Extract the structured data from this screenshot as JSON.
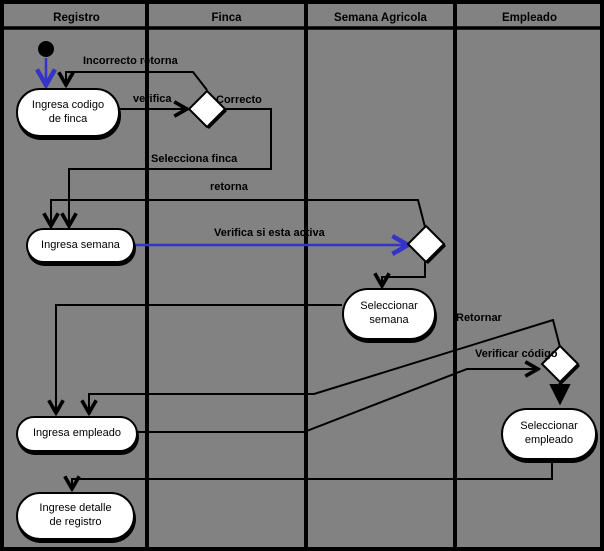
{
  "diagram": {
    "type": "uml-activity-diagram",
    "lanes": [
      {
        "label": "Registro"
      },
      {
        "label": "Finca"
      },
      {
        "label": "Semana Agricola"
      },
      {
        "label": "Empleado"
      }
    ],
    "nodes": {
      "start": {
        "type": "initial-node"
      },
      "ingresa_codigo_finca": {
        "label": "Ingresa codigo de finca",
        "lane": "Registro"
      },
      "decision_finca": {
        "type": "decision"
      },
      "ingresa_semana": {
        "label": "Ingresa semana",
        "lane": "Registro"
      },
      "decision_semana": {
        "type": "decision"
      },
      "seleccionar_semana": {
        "label": "Seleccionar semana",
        "lane": "Semana Agricola"
      },
      "decision_empleado": {
        "type": "decision"
      },
      "seleccionar_empleado": {
        "label": "Seleccionar empleado",
        "lane": "Empleado"
      },
      "ingresa_empleado": {
        "label": "Ingresa empleado",
        "lane": "Registro"
      },
      "ingrese_detalle": {
        "label": "Ingrese detalle de registro",
        "lane": "Registro"
      }
    },
    "edge_labels": {
      "incorrecto_retorna": "Incorrecto retorna",
      "verifica": "verifica",
      "correcto": "Correcto",
      "selecciona_finca": "Selecciona finca",
      "retorna": "retorna",
      "verifica_si_esta_activa": "Verifica si esta activa",
      "retornar": "Retornar",
      "verificar_codigo": "Verificar código"
    },
    "colors": {
      "background": "#828282",
      "node_fill": "#ffffff",
      "line": "#000000",
      "accent_blue": "#3533c8"
    }
  }
}
